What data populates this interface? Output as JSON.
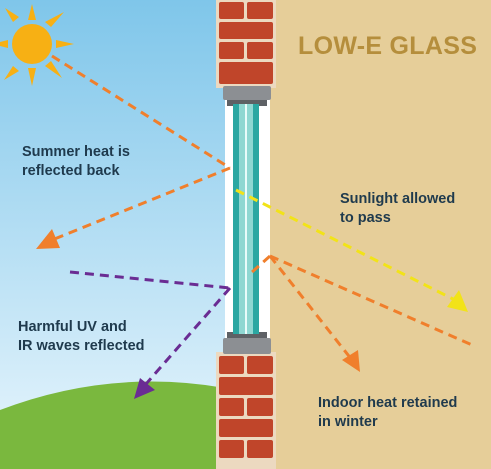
{
  "title": "LOW-E GLASS",
  "labels": {
    "summer_heat": [
      "Summer heat is",
      "reflected back"
    ],
    "sunlight": [
      "Sunlight allowed",
      "to pass"
    ],
    "uv_ir": [
      "Harmful UV and",
      "IR waves reflected"
    ],
    "indoor_heat": [
      "Indoor heat retained",
      "in winter"
    ]
  },
  "colors": {
    "sky_top": "#7fc6ea",
    "sky_bottom": "#e9f6fd",
    "indoor": "#e6ce99",
    "title": "#b58e3c",
    "brick": "#c0452a",
    "mortar": "#ecd9c0",
    "glass_frame": "#2ba7a2",
    "glass_fill": "#8fd7d2",
    "frame_cap": "#8c8f93",
    "grass": "#7ab83e",
    "sun": "#f7b014",
    "heat_arrow": "#f07f2c",
    "sunlight_arrow": "#f2e318",
    "uv_arrow": "#6a2c93",
    "text": "#1f3a4d"
  },
  "icons": {
    "sun": "sun-icon",
    "arrow_head": "arrow-head-icon"
  }
}
